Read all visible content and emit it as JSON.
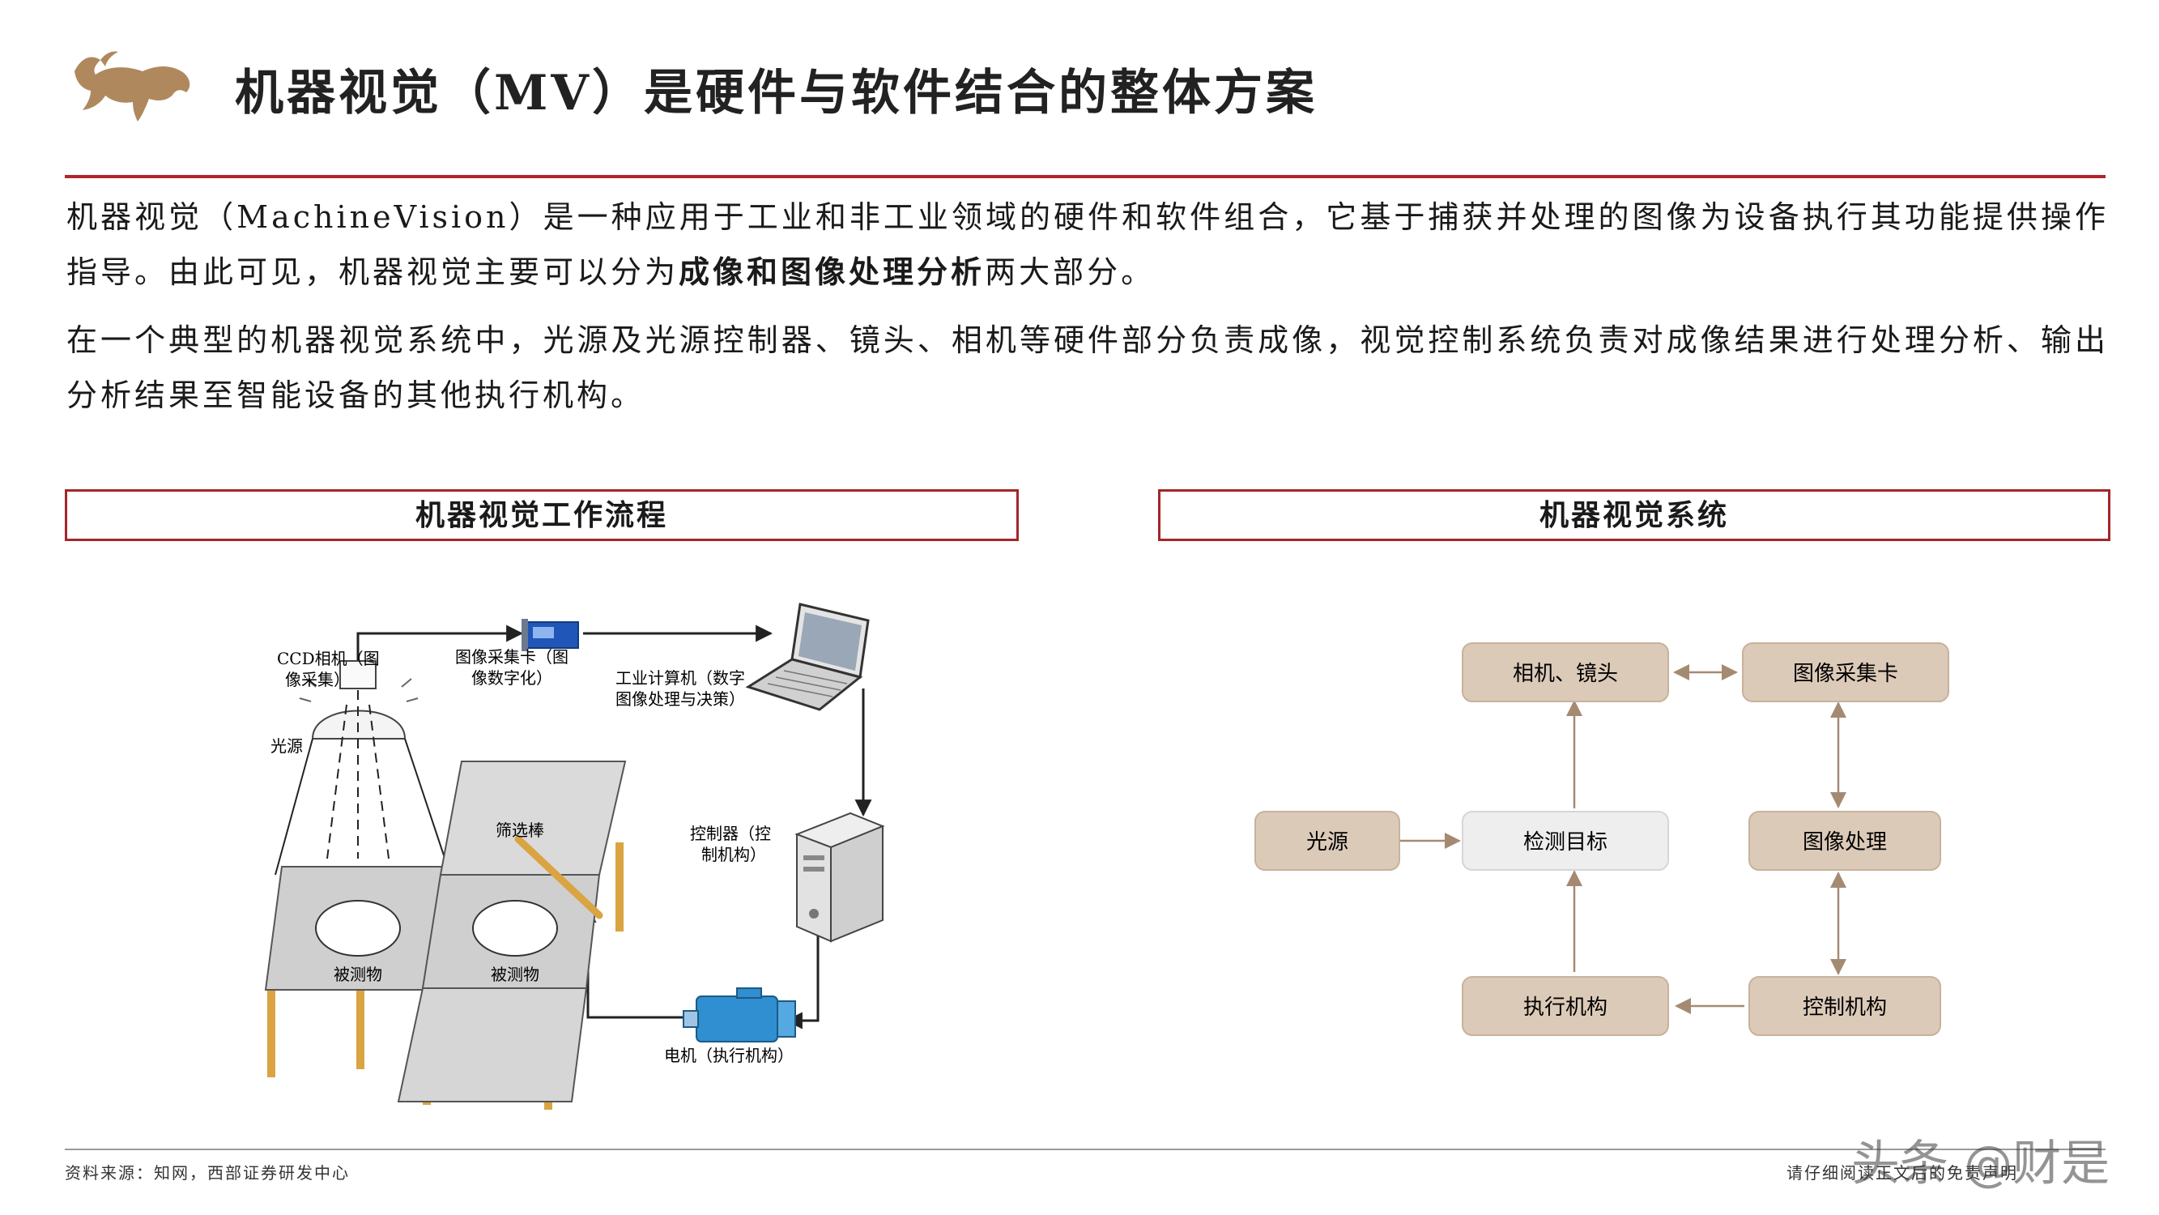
{
  "header": {
    "title": "机器视觉（MV）是硬件与软件结合的整体方案"
  },
  "intro": {
    "p1_a": "机器视觉（MachineVision）是一种应用于工业和非工业领域的硬件和软件组合，它基于捕获并处理的图像为设备执行其功能提供操作指导。由此可见，机器视觉主要可以分为",
    "p1_b1": "成像",
    "p1_c": "和",
    "p1_b2": "图像处理分析",
    "p1_d": "两大部分。",
    "p2": "在一个典型的机器视觉系统中，光源及光源控制器、镜头、相机等硬件部分负责成像，视觉控制系统负责对成像结果进行处理分析、输出分析结果至智能设备的其他执行机构。"
  },
  "panels": {
    "left_title": "机器视觉工作流程",
    "right_title": "机器视觉系统"
  },
  "workflow": {
    "ccd_l1": "CCD相机（图",
    "ccd_l2": "像采集）",
    "light": "光源",
    "card_l1": "图像采集卡（图",
    "card_l2": "像数字化）",
    "pc_l1": "工业计算机（数字",
    "pc_l2": "图像处理与决策）",
    "ctrl_l1": "控制器（控",
    "ctrl_l2": "制机构）",
    "rod": "筛选棒",
    "obj1": "被测物",
    "obj2": "被测物",
    "motor": "电机（执行机构）"
  },
  "system": {
    "camera": "相机、镜头",
    "card": "图像采集卡",
    "light": "光源",
    "target": "检测目标",
    "processing": "图像处理",
    "actuator": "执行机构",
    "controller": "控制机构"
  },
  "footer": {
    "source": "资料来源：知网，西部证券研发中心",
    "disclaimer": "请仔细阅读正文后的免责声明",
    "watermark": "头条 @财是"
  },
  "colors": {
    "accent_red": "#b0242a",
    "box_fill": "#dccab8",
    "box_border": "#b89f86",
    "logo_gold": "#b0885e"
  }
}
